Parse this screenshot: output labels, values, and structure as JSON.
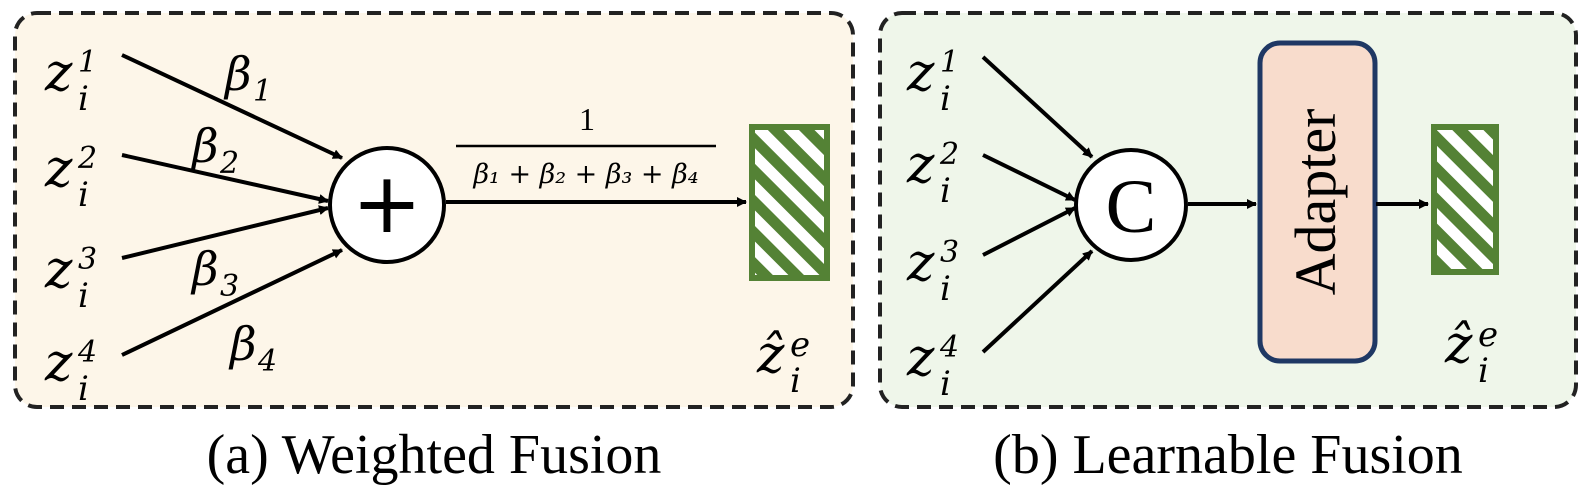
{
  "colors": {
    "panel_a_bg": "#fdf6e9",
    "panel_b_bg": "#eff6ea",
    "output_green": "#548235",
    "adapter_fill": "#f8dccc",
    "adapter_border": "#1f3864"
  },
  "panel_a": {
    "caption": "(a) Weighted Fusion",
    "inputs": [
      {
        "base": "z",
        "sub": "i",
        "sup": "1"
      },
      {
        "base": "z",
        "sub": "i",
        "sup": "2"
      },
      {
        "base": "z",
        "sub": "i",
        "sup": "3"
      },
      {
        "base": "z",
        "sub": "i",
        "sup": "4"
      }
    ],
    "weights": [
      {
        "base": "β",
        "sub": "1"
      },
      {
        "base": "β",
        "sub": "2"
      },
      {
        "base": "β",
        "sub": "3"
      },
      {
        "base": "β",
        "sub": "4"
      }
    ],
    "operator": "+",
    "norm_numerator": "1",
    "norm_denominator": "β₁ + β₂ + β₃ + β₄",
    "output": {
      "base": "ẑ",
      "sub": "i",
      "sup": "e"
    }
  },
  "panel_b": {
    "caption": "(b) Learnable Fusion",
    "inputs": [
      {
        "base": "z",
        "sub": "i",
        "sup": "1"
      },
      {
        "base": "z",
        "sub": "i",
        "sup": "2"
      },
      {
        "base": "z",
        "sub": "i",
        "sup": "3"
      },
      {
        "base": "z",
        "sub": "i",
        "sup": "4"
      }
    ],
    "operator": "C",
    "adapter_label": "Adapter",
    "output": {
      "base": "ẑ",
      "sub": "i",
      "sup": "e"
    }
  }
}
